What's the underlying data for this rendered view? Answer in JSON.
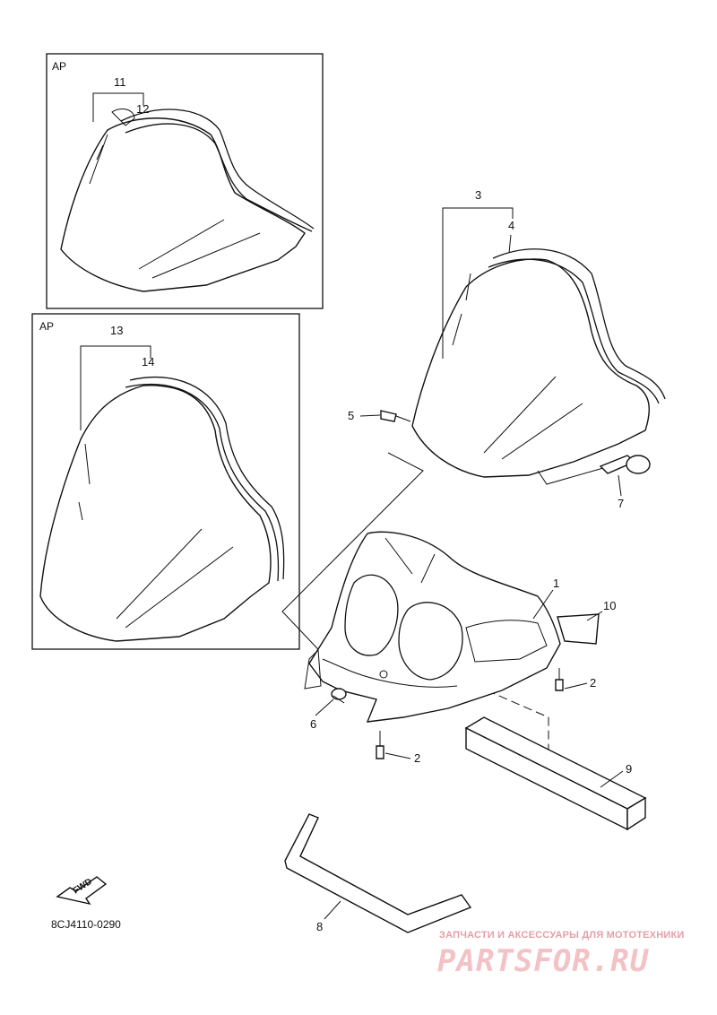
{
  "figure_code": "8CJ4110-0290",
  "fwd_label": "FWD",
  "inset_label": "AP",
  "callouts": [
    "1",
    "2",
    "3",
    "4",
    "5",
    "6",
    "7",
    "8",
    "9",
    "10",
    "11",
    "12",
    "13",
    "14"
  ],
  "watermark": {
    "tagline": "ЗАПЧАСТИ И АКСЕССУАРЫ ДЛЯ МОТОТЕХНИКИ",
    "brand": "PARTSFOR.RU"
  }
}
